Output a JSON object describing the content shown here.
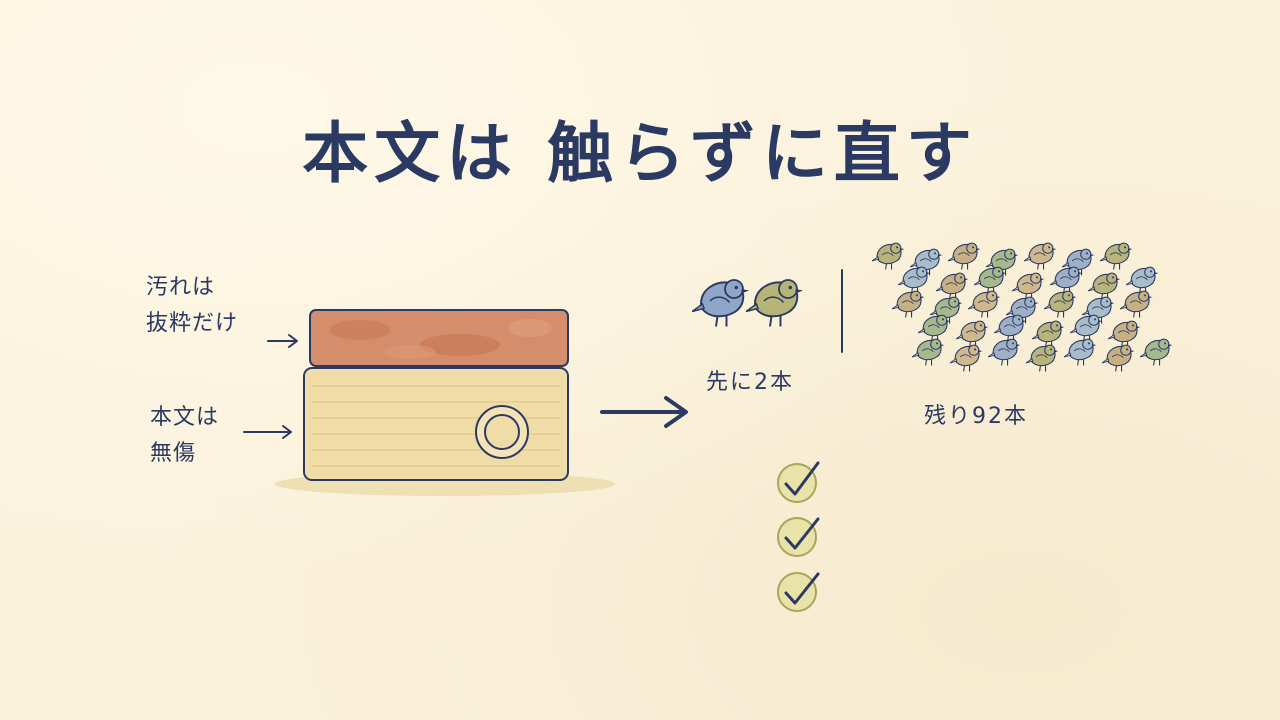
{
  "title": "本文は 触らずに直す",
  "labels": {
    "stain": [
      "汚れは",
      "抜粋だけ"
    ],
    "body": [
      "本文は",
      "無傷"
    ]
  },
  "captions": {
    "first_two": "先に2本",
    "remaining": "残り92本"
  },
  "colors": {
    "ink": "#2b3a63",
    "stain": "#d08a66",
    "wood": "#f0dca6",
    "check": "#a9a55a"
  },
  "icons": [
    "right-arrow-icon",
    "bird-icon",
    "check-circle-icon",
    "dial-icon"
  ]
}
